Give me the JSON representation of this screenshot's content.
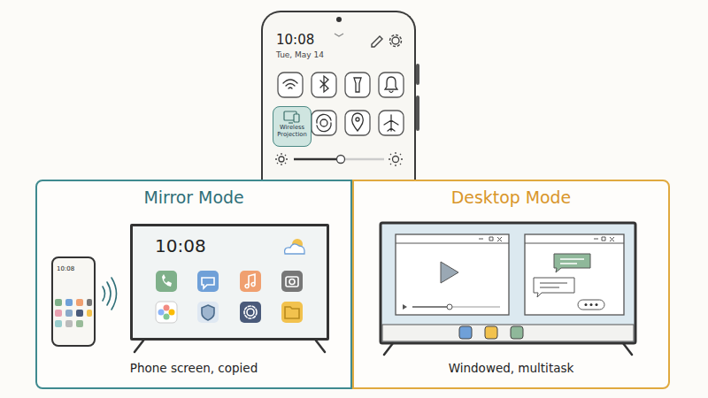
{
  "diagram": {
    "nodes": [
      {
        "text": [
          "10:08",
          "Tue, May 14"
        ]
      },
      {
        "text": [
          "Wireless Projection"
        ],
        "in": 0
      },
      {
        "text": [
          "Mirror Mode",
          "Phone screen, copied"
        ]
      },
      {
        "text": [
          "10:08"
        ],
        "in": 2
      },
      {
        "text": [
          "10:08"
        ],
        "in": 2
      },
      {
        "text": [
          "Desktop Mode",
          "Windowed, multitask"
        ]
      }
    ]
  }
}
